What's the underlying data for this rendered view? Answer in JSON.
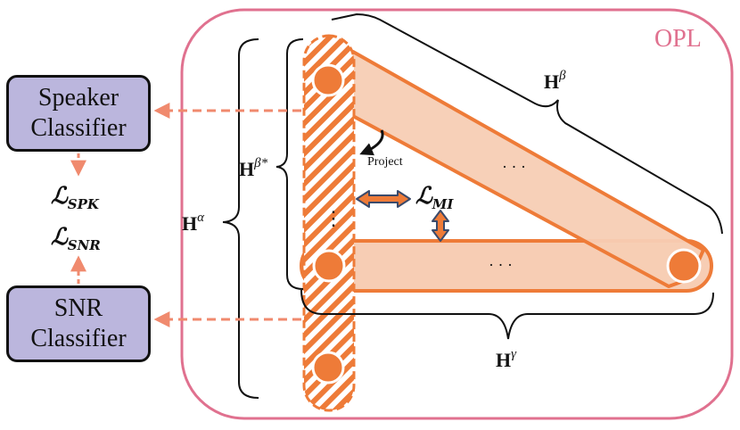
{
  "opl_label": "OPL",
  "speaker_classifier": {
    "line1": "Speaker",
    "line2": "Classifier"
  },
  "snr_classifier": {
    "line1": "SNR",
    "line2": "Classifier"
  },
  "losses": {
    "spk_script": "ℒ",
    "spk_sub": "SPK",
    "snr_script": "ℒ",
    "snr_sub": "SNR",
    "mi_script": "ℒ",
    "mi_sub": "MI"
  },
  "labels": {
    "h_alpha": {
      "base": "H",
      "sup": "α"
    },
    "h_beta": {
      "base": "H",
      "sup": "β"
    },
    "h_beta_star": {
      "base": "H",
      "sup": "β*"
    },
    "h_gamma": {
      "base": "H",
      "sup": "γ"
    },
    "project": "Project"
  },
  "ellipses": {
    "diagonal": "· · ·",
    "horizontal": "· · ·",
    "vertical": "⋮"
  },
  "colors": {
    "opl_border": "#e0718f",
    "node_fill": "#ee7b38",
    "band_fill": "#f7cdb4",
    "band_stroke": "#ee7b38",
    "classifier_fill": "#bbb6dd",
    "dashed_arrow": "#f08a6e",
    "mi_arrow_fill": "#ee7b38",
    "mi_arrow_stroke": "#3a4a6b"
  }
}
